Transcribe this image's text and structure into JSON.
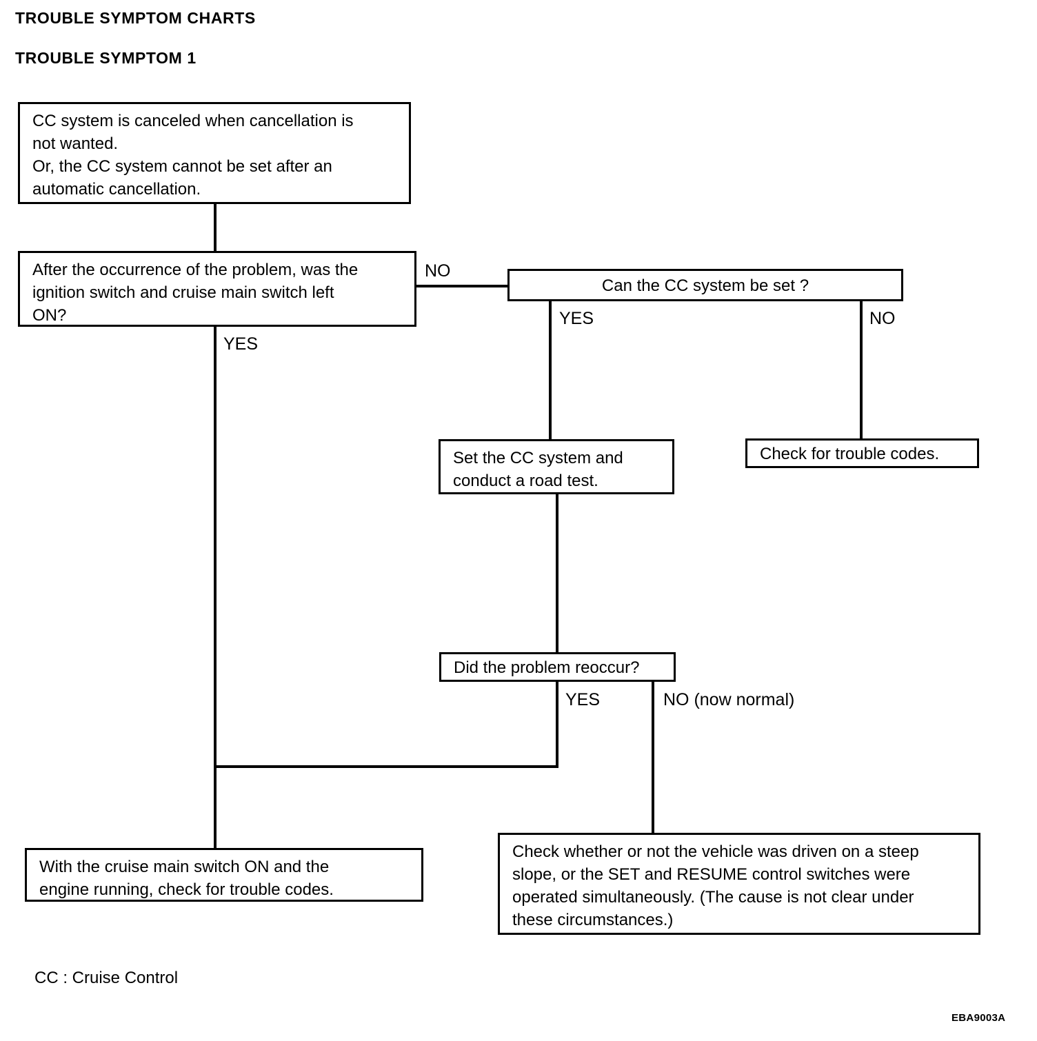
{
  "document": {
    "heading_main": "TROUBLE SYMPTOM CHARTS",
    "heading_sub": "TROUBLE SYMPTOM 1",
    "footnote": "CC : Cruise Control",
    "reference_code": "EBA9003A"
  },
  "flowchart": {
    "nodes": {
      "symptom": "CC system is canceled when cancellation is\nnot wanted.\nOr, the CC system cannot be set after an\nautomatic cancellation.",
      "question_ignition": "After the occurrence of the problem, was the\nignition switch and cruise main switch left\nON?",
      "question_can_set": "Can the CC system be set ?",
      "action_set_road_test": "Set the CC system and\nconduct a road test.",
      "action_check_codes": "Check for trouble codes.",
      "question_reoccur": "Did the problem reoccur?",
      "action_main_switch_codes": "With the cruise main switch ON and the\nengine running, check for trouble codes.",
      "action_steep_slope": "Check whether or not the vehicle was driven on a steep\nslope, or the SET and RESUME control switches were\noperated simultaneously. (The cause is not clear under\nthese circumstances.)"
    },
    "branch_labels": {
      "ignition_no": "NO",
      "ignition_yes": "YES",
      "can_set_yes": "YES",
      "can_set_no": "NO",
      "reoccur_yes": "YES",
      "reoccur_no": "NO (now normal)"
    }
  }
}
